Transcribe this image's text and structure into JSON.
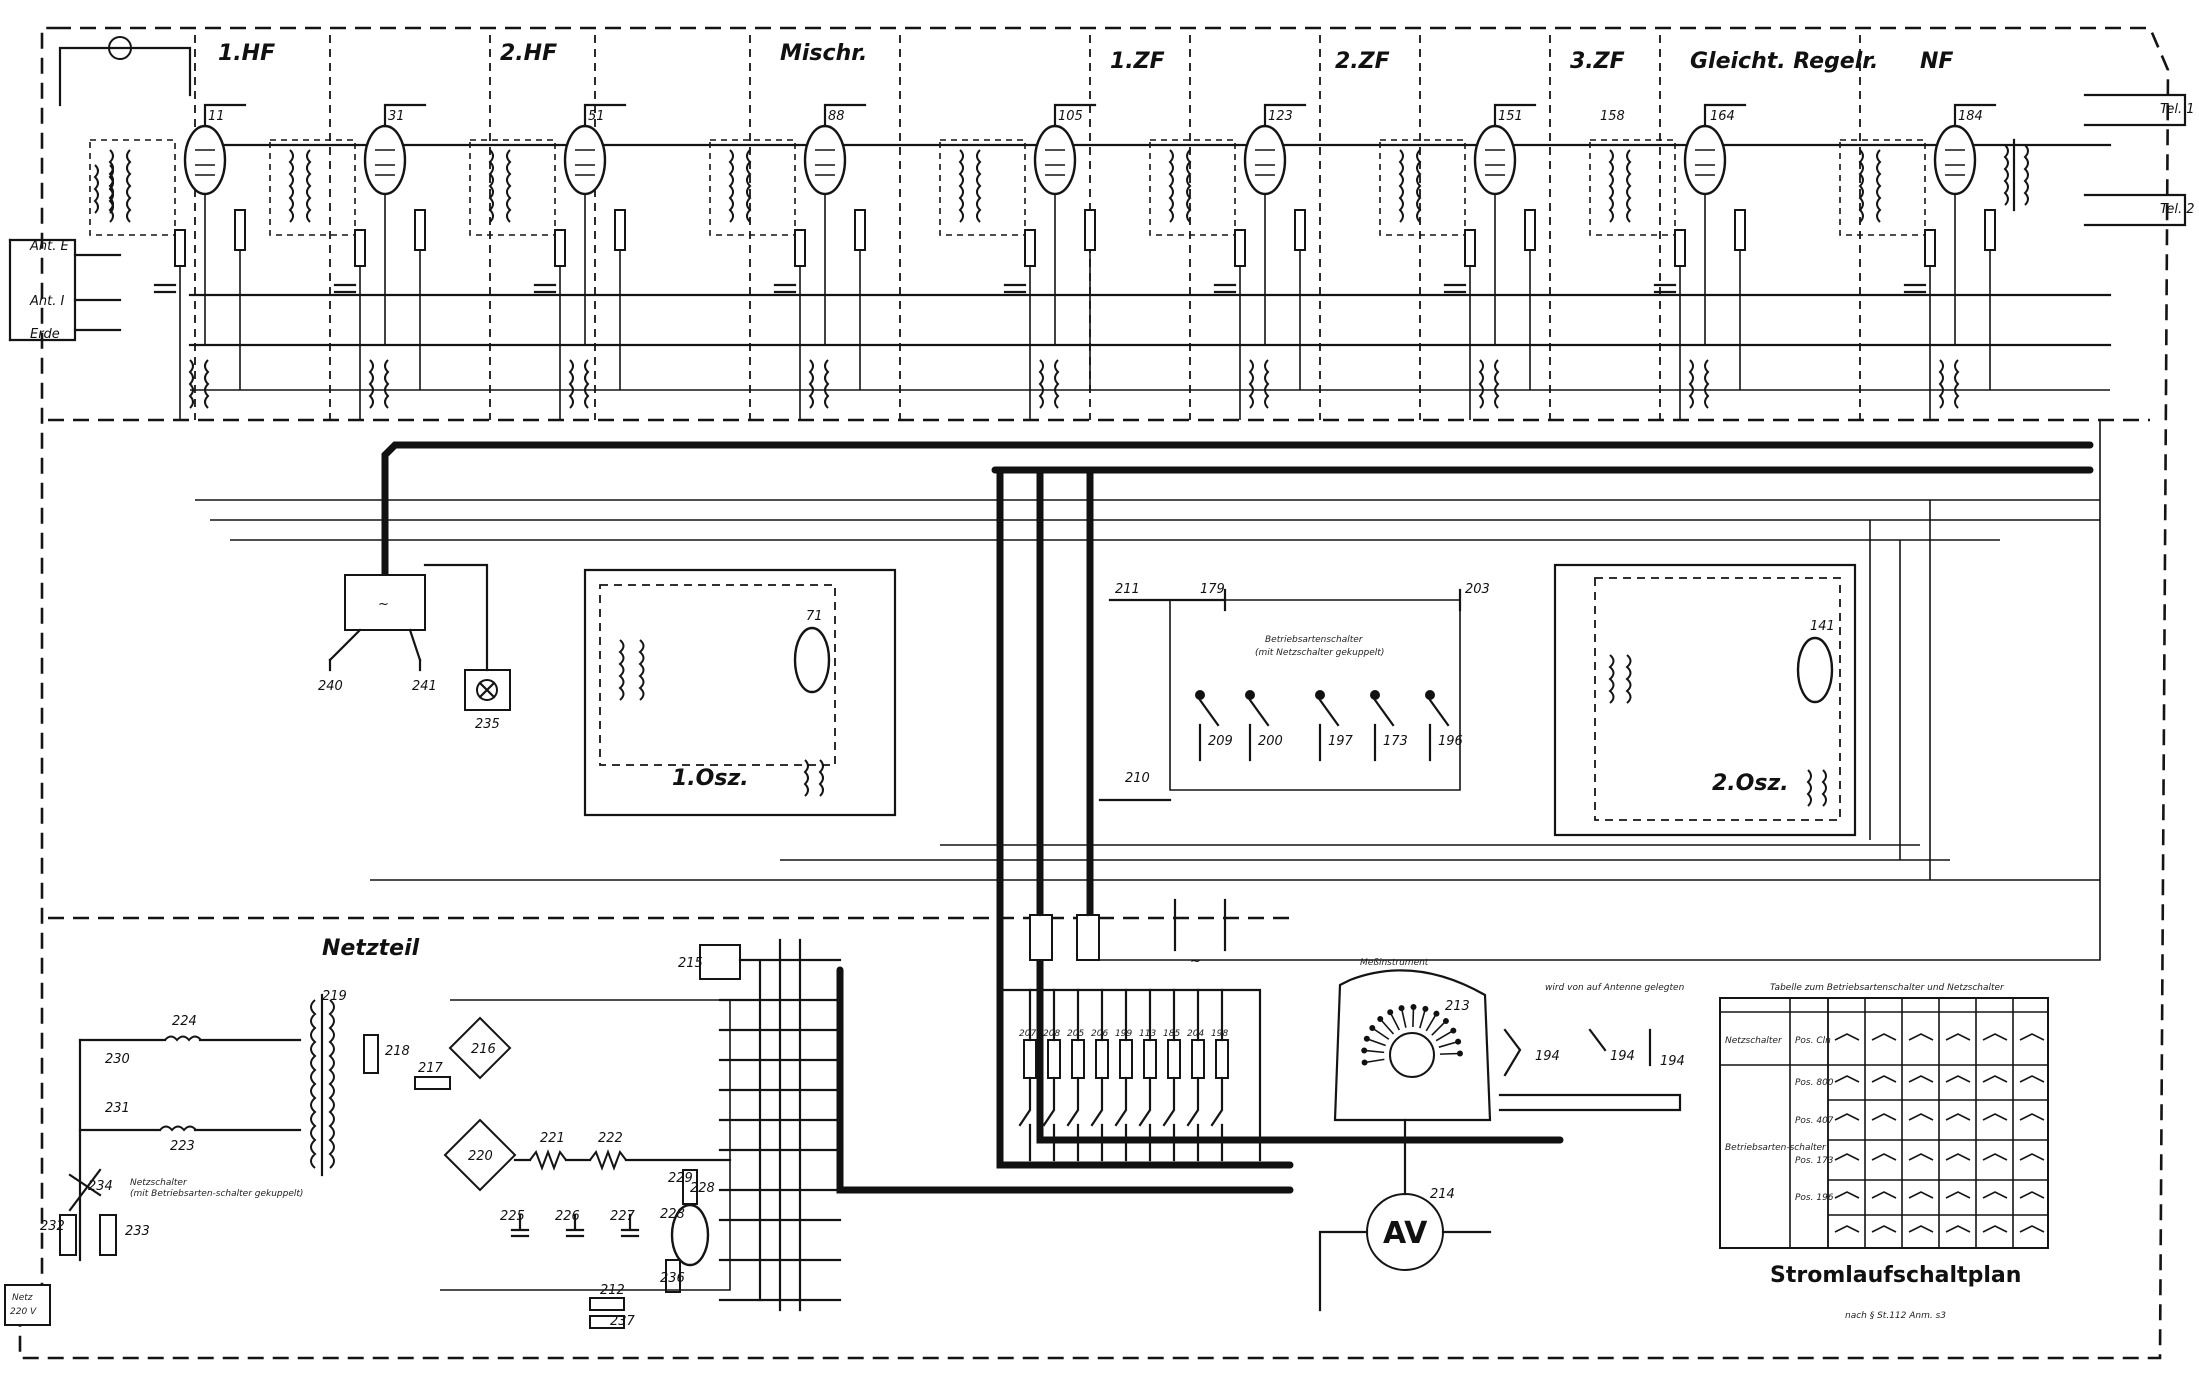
{
  "sections": [
    "1.HF",
    "2.HF",
    "Mischr.",
    "1.ZF",
    "2.ZF",
    "3.ZF",
    "Gleicht. Regelr.",
    "NF"
  ],
  "subsections": {
    "osc1": "1.Osz.",
    "osc2": "2.Osz.",
    "power": "Netzteil"
  },
  "title": "Stromlaufschaltplan",
  "title_note": "nach § St.112 Anm. s3",
  "meter": "AV",
  "tubes": [
    "11",
    "31",
    "51",
    "88",
    "105",
    "123",
    "151",
    "158",
    "164",
    "184",
    "71",
    "141",
    "228"
  ],
  "switch_labels": {
    "mode_switch": "Betriebsartenschalter",
    "mode_switch_sub": "(mit Netzschalter gekuppelt)",
    "mains_switch": "Netzschalter",
    "mains_switch_sub": "(mit Betriebsarten-schalter gekuppelt)",
    "meter_switch": "Meßinstrument",
    "antenna_note": "wird von auf Antenne gelegten"
  },
  "table": {
    "title": "Tabelle zum Betriebsartenschalter und Netzschalter",
    "row_labels": [
      "Netzschalter",
      "Betriebsarten-schalter"
    ],
    "positions": [
      "Pos. Cln",
      "Pos. 800",
      "Pos. 407",
      "Pos. 173",
      "Pos. 196"
    ]
  },
  "antenna_terminals": [
    "Ant. E",
    "Ant. I",
    "Erde"
  ],
  "output_terminals": [
    "Tel. 1",
    "Tel. 2"
  ],
  "mains_terminals": [
    "Netz",
    "220 V"
  ],
  "component_numbers": {
    "transformer": [
      "240",
      "241",
      "235"
    ],
    "mode_switch_row": [
      "209",
      "200",
      "197",
      "173",
      "196"
    ],
    "mid_bus": [
      "211",
      "179",
      "203",
      "210"
    ],
    "resistor_bank": [
      "207",
      "208",
      "205",
      "206",
      "199",
      "113",
      "185",
      "204",
      "198"
    ],
    "power": [
      "215",
      "219",
      "224",
      "230",
      "231",
      "223",
      "234",
      "232",
      "233",
      "218",
      "217",
      "216",
      "220",
      "221",
      "222",
      "225",
      "226",
      "227",
      "229",
      "228",
      "236",
      "212",
      "237"
    ],
    "meter_switch": [
      "213",
      "214"
    ],
    "right_switches": [
      "194",
      "194",
      "194"
    ]
  }
}
